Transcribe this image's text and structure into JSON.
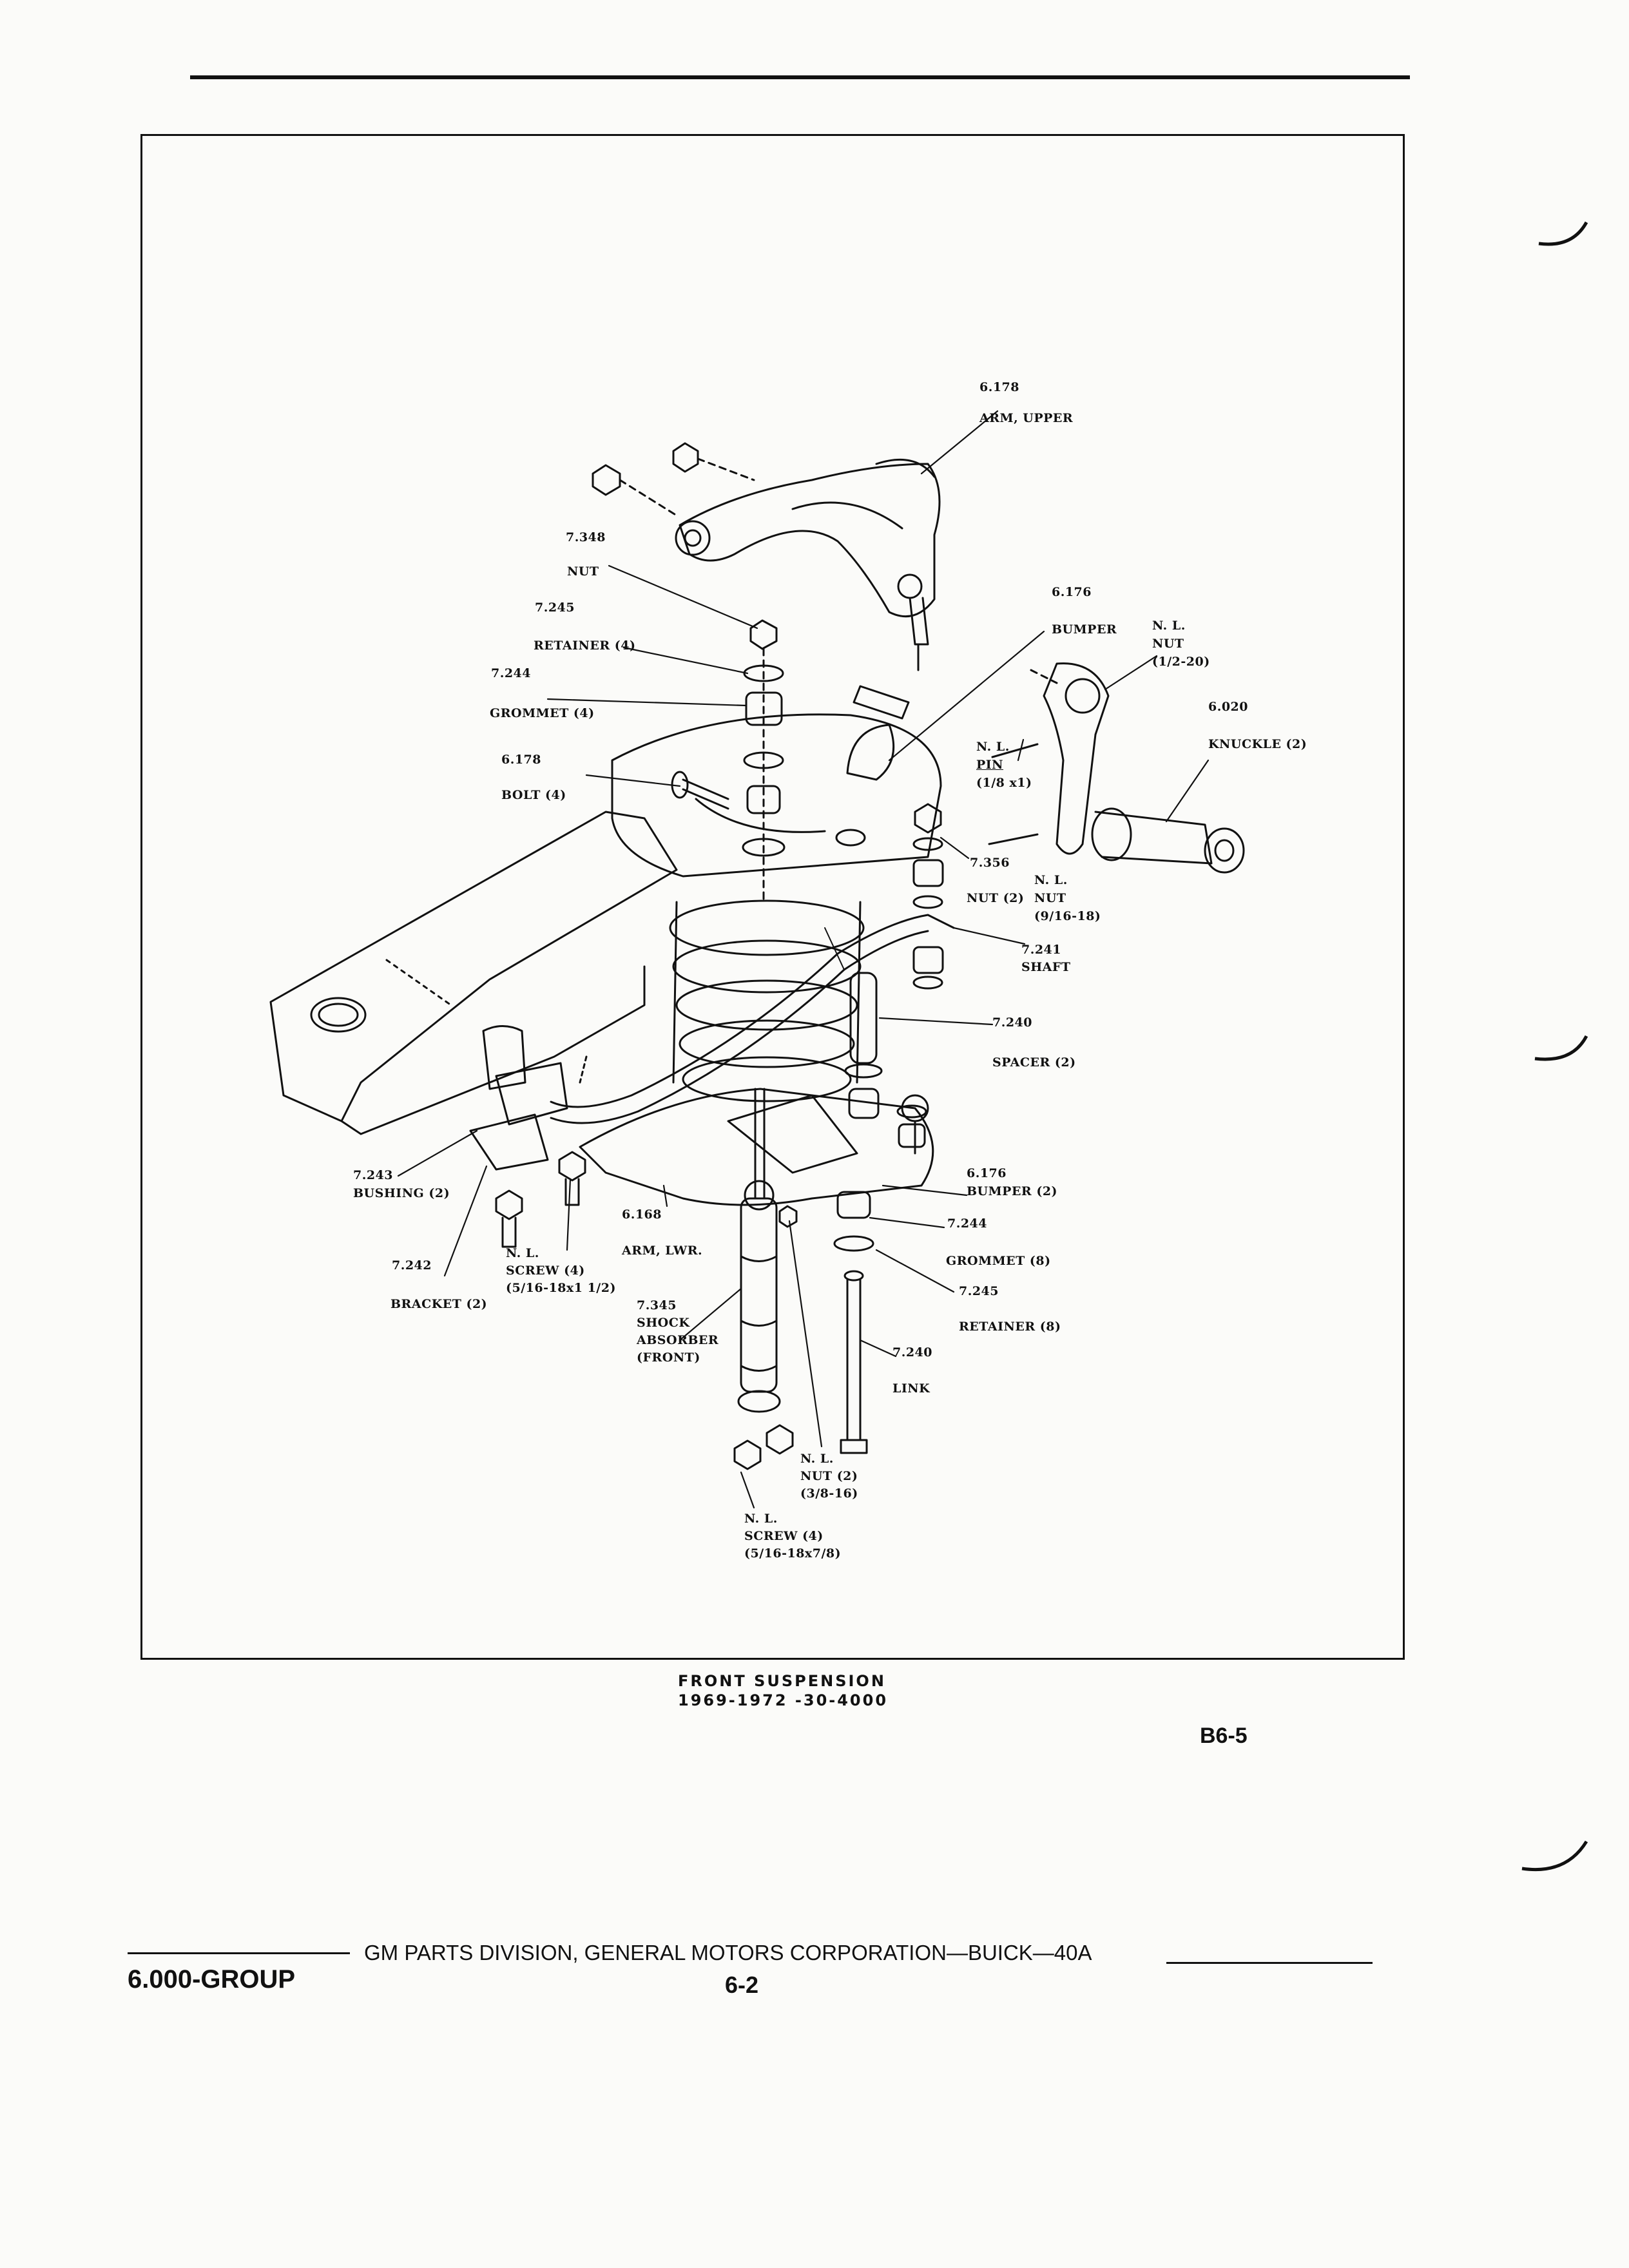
{
  "caption": {
    "title": "FRONT SUSPENSION",
    "subtitle": "1969-1972 -30-4000"
  },
  "page_code": "B6-5",
  "footer": {
    "group": "6.000-GROUP",
    "publisher": "GM PARTS DIVISION, GENERAL MOTORS CORPORATION—BUICK—40A",
    "page_number": "6-2"
  },
  "callouts": {
    "arm_upper_num": "6.178",
    "arm_upper_name": "ARM, UPPER",
    "nut_num": "7.348",
    "nut_name": "NUT",
    "retainer_num": "7.245",
    "retainer_name": "RETAINER (4)",
    "grommet_num": "7.244",
    "grommet_name": "GROMMET (4)",
    "bolt_num": "6.178",
    "bolt_name": "BOLT (4)",
    "bumper_upper_num": "6.176",
    "bumper_upper_name": "BUMPER",
    "nl_nut_top_1": "N. L.",
    "nl_nut_top_2": "NUT",
    "nl_nut_top_3": "(1/2-20)",
    "knuckle_num": "6.020",
    "knuckle_name": "KNUCKLE (2)",
    "nl_pin_1": "N. L.",
    "nl_pin_2": "PIN",
    "nl_pin_3": "(1/8 x1)",
    "nut2_num": "7.356",
    "nut2_name": "NUT (2)",
    "nl_nut_mid_1": "N. L.",
    "nl_nut_mid_2": "NUT",
    "nl_nut_mid_3": "(9/16-18)",
    "shaft_num": "7.241",
    "shaft_name": "SHAFT",
    "spacer_num": "7.240",
    "spacer_name": "SPACER (2)",
    "bushing_num": "7.243",
    "bushing_name": "BUSHING (2)",
    "bumper_lower_num": "6.176",
    "bumper_lower_name": "BUMPER (2)",
    "arm_lwr_num": "6.168",
    "arm_lwr_name": "ARM, LWR.",
    "grommet8_num": "7.244",
    "grommet8_name": "GROMMET (8)",
    "retainer8_num": "7.245",
    "retainer8_name": "RETAINER (8)",
    "bracket_num": "7.242",
    "bracket_name": "BRACKET (2)",
    "nl_screw_mid_1": "N. L.",
    "nl_screw_mid_2": "SCREW (4)",
    "nl_screw_mid_3": "(5/16-18x1 1/2)",
    "shock_num": "7.345",
    "shock_1": "SHOCK",
    "shock_2": "ABSORBER",
    "shock_3": "(FRONT)",
    "link_num": "7.240",
    "link_name": "LINK",
    "nl_nut_bot_1": "N. L.",
    "nl_nut_bot_2": "NUT (2)",
    "nl_nut_bot_3": "(3/8-16)",
    "nl_screw_bot_1": "N. L.",
    "nl_screw_bot_2": "SCREW (4)",
    "nl_screw_bot_3": "(5/16-18x7/8)"
  }
}
